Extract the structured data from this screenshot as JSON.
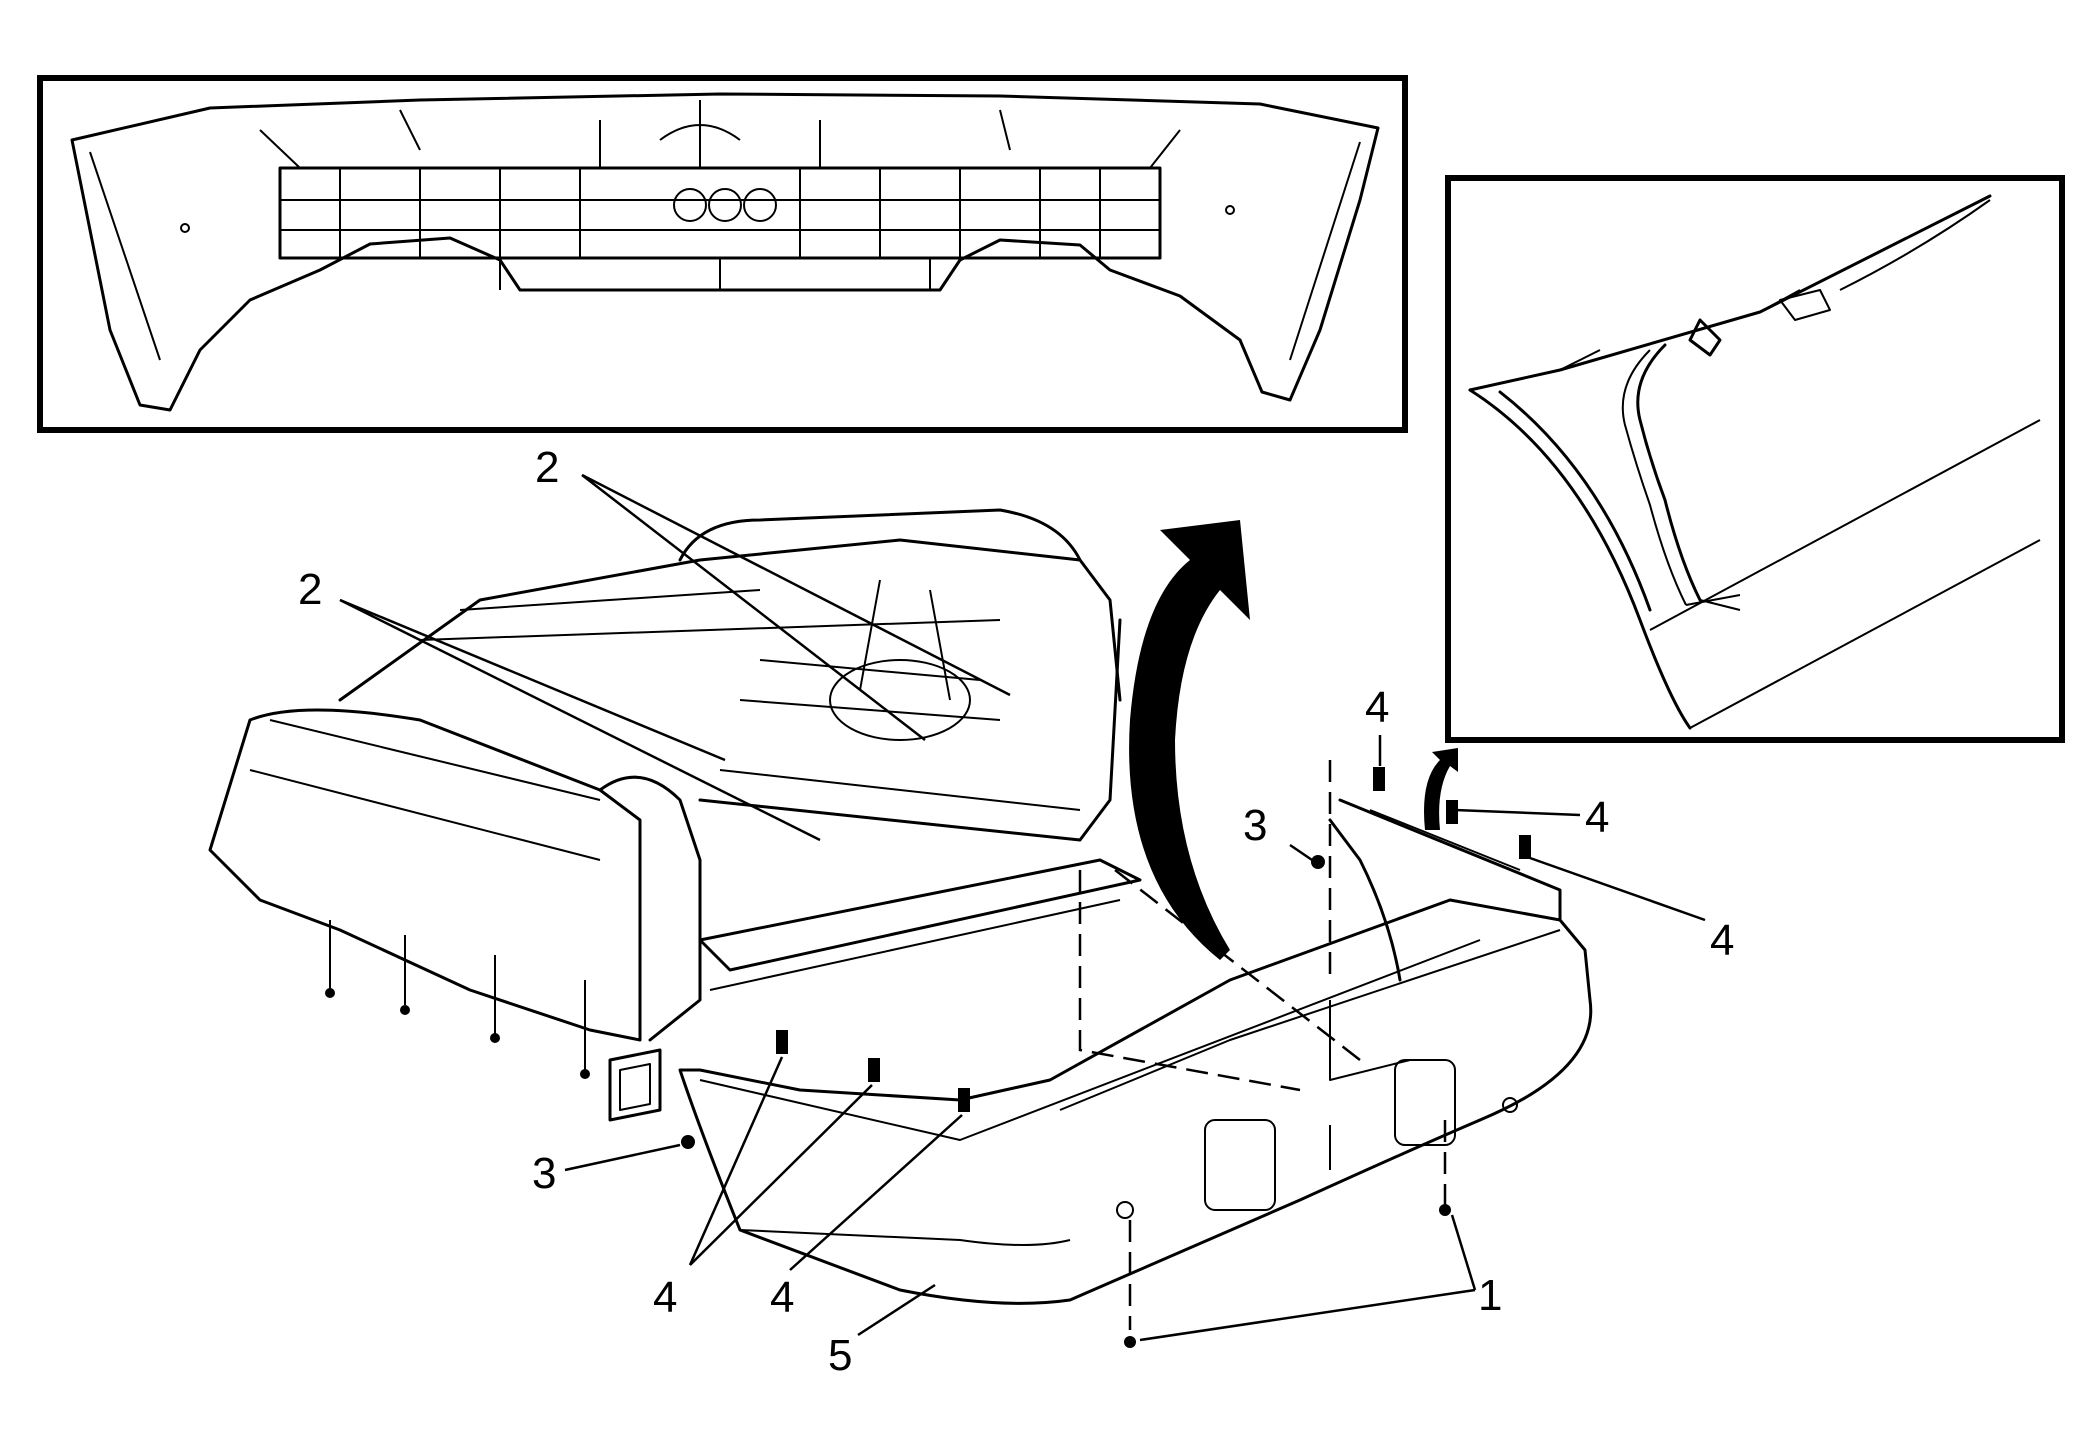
{
  "callouts": {
    "c1": "1",
    "c2a": "2",
    "c2b": "2",
    "c3a": "3",
    "c3b": "3",
    "c4a": "4",
    "c4b": "4",
    "c4c": "4",
    "c4d": "4",
    "c4e": "4",
    "c5": "5"
  },
  "colors": {
    "line": "#000000",
    "background": "#ffffff"
  }
}
